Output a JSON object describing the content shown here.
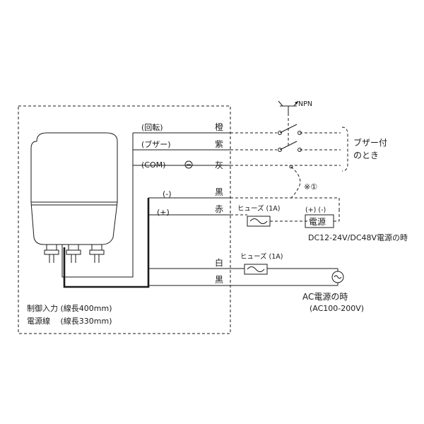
{
  "diagram": {
    "npn_label": "NPN",
    "wires": {
      "rotation": "(回転)",
      "buzzer": "(ブザー)",
      "com": "(COM)",
      "minus": "(-)",
      "plus": "(+)"
    },
    "colors": {
      "orange": "橙",
      "purple": "紫",
      "gray": "灰",
      "black_dc": "黒",
      "red": "赤",
      "white": "白",
      "black_ac": "黒"
    },
    "buzzer_note_line1": "ブザー付",
    "buzzer_note_line2": "のとき",
    "note_ref": "※①",
    "fuse_dc_label": "ヒューズ (1A)",
    "fuse_ac_label": "ヒューズ (1A)",
    "power_polarity": "(+) (-)",
    "power_box_label": "電源",
    "dc_caption": "DC12-24V/DC48V電源の時",
    "ac_caption_line1": "AC電源の時",
    "ac_caption_line2": "(AC100-200V)",
    "spec_line1": "制御入力 (線長400mm)",
    "spec_line2": "電源線　 (線長330mm)"
  }
}
